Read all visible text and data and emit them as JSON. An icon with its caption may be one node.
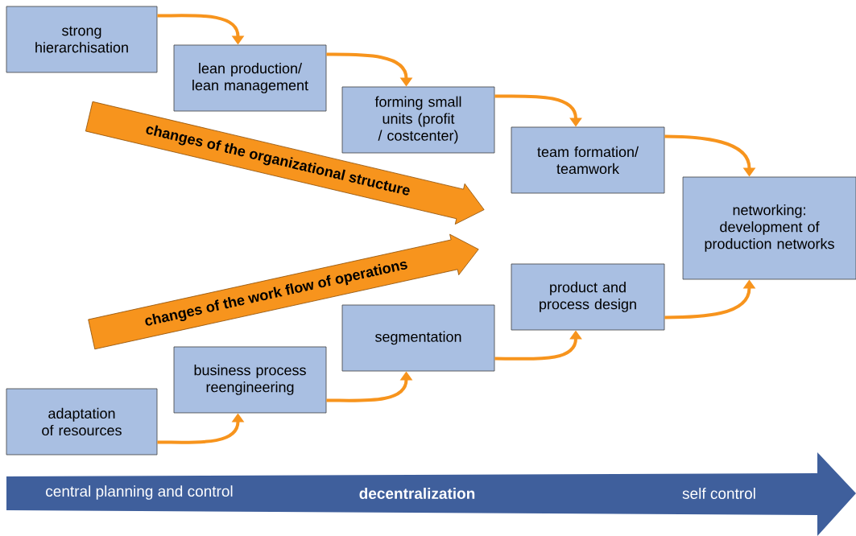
{
  "diagram": {
    "nodes": [
      {
        "text": [
          "strong hierarchisation"
        ]
      },
      {
        "text": [
          "lean production/ lean management"
        ]
      },
      {
        "text": [
          "forming small units (profit / costcenter)"
        ]
      },
      {
        "text": [
          "team formation/ teamwork"
        ]
      },
      {
        "text": [
          "networking: development of production networks"
        ]
      },
      {
        "text": [
          "changes of the organizational structure"
        ]
      },
      {
        "text": [
          "changes of the work flow of operations"
        ]
      },
      {
        "text": [
          "adaptation of resources"
        ]
      },
      {
        "text": [
          "business process reengineering"
        ]
      },
      {
        "text": [
          "segmentation"
        ]
      },
      {
        "text": [
          "product and process design"
        ]
      },
      {
        "text": [
          "central planning and control",
          "decentralization",
          "self control"
        ]
      }
    ],
    "edges": [
      {
        "from": 0,
        "to": 1,
        "arrow": "to"
      },
      {
        "from": 1,
        "to": 2,
        "arrow": "to"
      },
      {
        "from": 2,
        "to": 3,
        "arrow": "to"
      },
      {
        "from": 3,
        "to": 4,
        "arrow": "to"
      },
      {
        "from": 7,
        "to": 8,
        "arrow": "to"
      },
      {
        "from": 8,
        "to": 9,
        "arrow": "to"
      },
      {
        "from": 9,
        "to": 10,
        "arrow": "to"
      },
      {
        "from": 10,
        "to": 4,
        "arrow": "to"
      }
    ]
  }
}
